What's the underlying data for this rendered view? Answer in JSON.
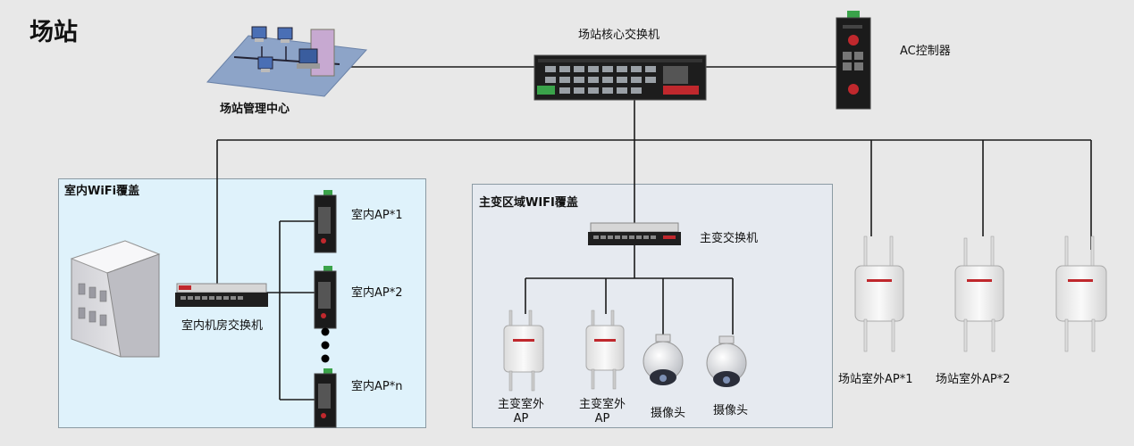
{
  "title": "场站",
  "labels": {
    "management_center": "场站管理中心",
    "core_switch": "场站核心交换机",
    "ac_controller": "AC控制器",
    "indoor_zone": "室内WiFi覆盖",
    "main_zone": "主变区域WIFI覆盖",
    "indoor_switch": "室内机房交换机",
    "main_switch": "主变交换机",
    "indoor_ap_1": "室内AP*1",
    "indoor_ap_2": "室内AP*2",
    "indoor_ap_n": "室内AP*n",
    "main_ap_1_line1": "主变室外",
    "main_ap_1_line2": "AP",
    "main_ap_2_line1": "主变室外",
    "main_ap_2_line2": "AP",
    "camera_1": "摄像头",
    "camera_2": "摄像头",
    "outdoor_ap_1": "场站室外AP*1",
    "outdoor_ap_2": "场站室外AP*2"
  },
  "colors": {
    "background": "#e8e8e8",
    "indoor_zone_fill": "#dff2fb",
    "main_zone_fill": "#e6eaf0",
    "line": "#1a1a1a",
    "accent_red": "#c0282d"
  }
}
